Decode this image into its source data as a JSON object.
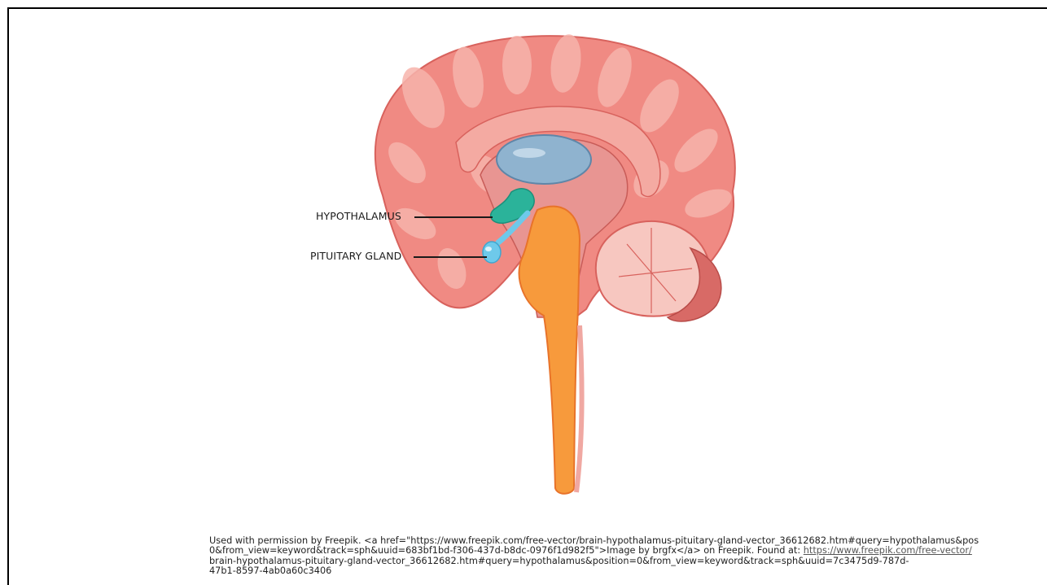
{
  "labels": {
    "hypothalamus": "HYPOTHALAMUS",
    "pituitary": "PITUITARY GLAND"
  },
  "credit": {
    "line1": "Used with permission by Freepik. <a href=\"https://www.freepik.com/free-vector/brain-hypothalamus-pituitary-gland-vector_36612682.htm#query=hypothalamus&pos",
    "line2_text": "0&from_view=keyword&track=sph&uuid=683bf1bd-f306-437d-b8dc-0976f1d982f5\">Image by brgfx</a> on Freepik. Found at: ",
    "line2_link": "https://www.freepik.com/free-vector/",
    "line3": "brain-hypothalamus-pituitary-gland-vector_36612682.htm#query=hypothalamus&position=0&from_view=keyword&track=sph&uuid=7c3475d9-787d-",
    "line4": "47b1-8597-4ab0a60c3406"
  },
  "colors": {
    "cortex": "#f08a83",
    "cortex_light": "#f7b4ac",
    "ventricle": "#8fb3cf",
    "hypothalamus": "#2bb39a",
    "pituitary": "#6ec9ea",
    "brainstem": "#f79a3c",
    "cerebellum": "#f7c7c0"
  }
}
